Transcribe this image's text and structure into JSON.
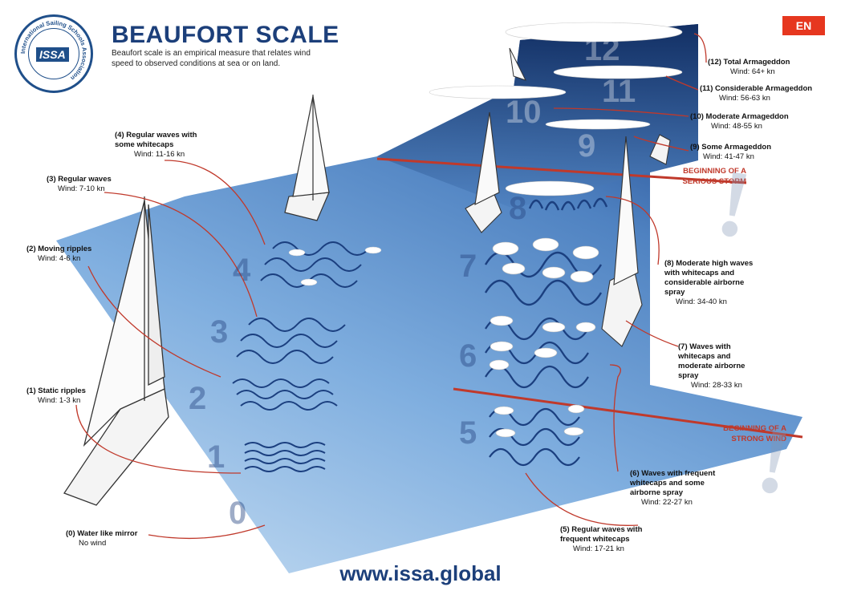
{
  "header": {
    "title": "BEAUFORT SCALE",
    "subtitle": "Beaufort scale is an empirical measure that relates wind speed to observed conditions at sea or on land.",
    "language_button": "EN",
    "logo_text": "International Sailing Schools Association",
    "logo_mark": "ISSA"
  },
  "levels": [
    {
      "num": "0",
      "name": "(0) Water like mirror",
      "wind": "No wind"
    },
    {
      "num": "1",
      "name": "(1) Static ripples",
      "wind": "Wind: 1-3 kn"
    },
    {
      "num": "2",
      "name": "(2) Moving ripples",
      "wind": "Wind: 4-6 kn"
    },
    {
      "num": "3",
      "name": "(3) Regular waves",
      "wind": "Wind: 7-10 kn"
    },
    {
      "num": "4",
      "name": "(4) Regular waves with some whitecaps",
      "wind": "Wind: 11-16 kn"
    },
    {
      "num": "5",
      "name": "(5) Regular waves with frequent whitecaps",
      "wind": "Wind: 17-21 kn"
    },
    {
      "num": "6",
      "name": "(6) Waves with frequent whitecaps and some airborne spray",
      "wind": "Wind: 22-27 kn"
    },
    {
      "num": "7",
      "name": "(7) Waves with whitecaps and moderate airborne spray",
      "wind": "Wind: 28-33 kn"
    },
    {
      "num": "8",
      "name": "(8) Moderate high waves with whitecaps and considerable airborne spray",
      "wind": "Wind: 34-40 kn"
    },
    {
      "num": "9",
      "name": "(9) Some Armageddon",
      "wind": "Wind: 41-47 kn"
    },
    {
      "num": "10",
      "name": "(10) Moderate Armageddon",
      "wind": "Wind: 48-55 kn"
    },
    {
      "num": "11",
      "name": "(11) Considerable Armageddon",
      "wind": "Wind: 56-63 kn"
    },
    {
      "num": "12",
      "name": "(12) Total Armageddon",
      "wind": "Wind: 64+ kn"
    }
  ],
  "thresholds": {
    "strong_wind": "BEGINNING OF A STRONG WIND",
    "serious_storm": "BEGINNING OF A SERIOUS STORM"
  },
  "footer": {
    "url": "www.issa.global"
  },
  "colors": {
    "brand": "#1c3f7a",
    "accent": "#e6371f",
    "sea_light": "#9cc4ea",
    "sea_dark": "#1b3f7f"
  }
}
